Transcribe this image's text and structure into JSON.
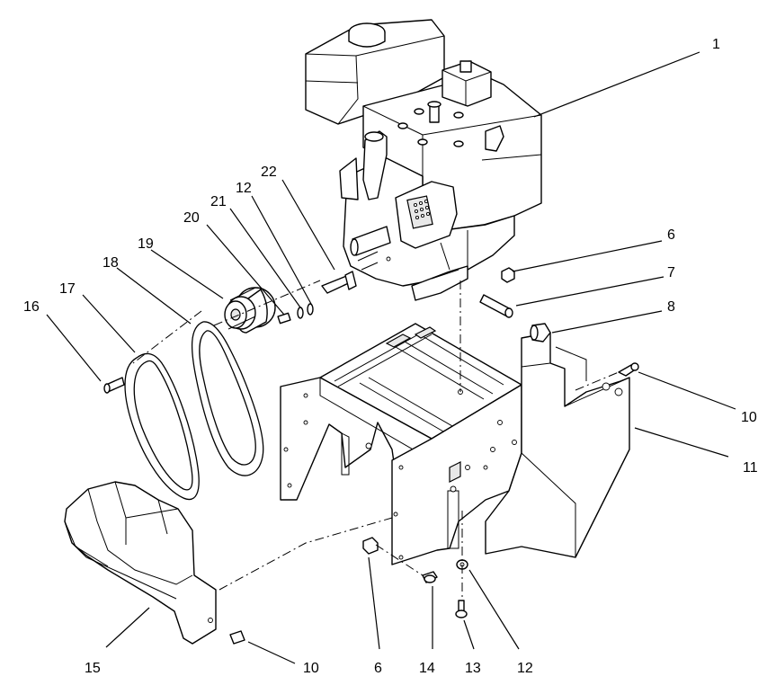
{
  "callouts": {
    "c1": "1",
    "c6a": "6",
    "c7": "7",
    "c8": "8",
    "c10a": "10",
    "c11": "11",
    "c12a": "12",
    "c13": "13",
    "c12b": "12",
    "c14": "14",
    "c6b": "6",
    "c10b": "10",
    "c15": "15",
    "c16": "16",
    "c17": "17",
    "c18": "18",
    "c19": "19",
    "c20": "20",
    "c21": "21",
    "c22": "22"
  }
}
